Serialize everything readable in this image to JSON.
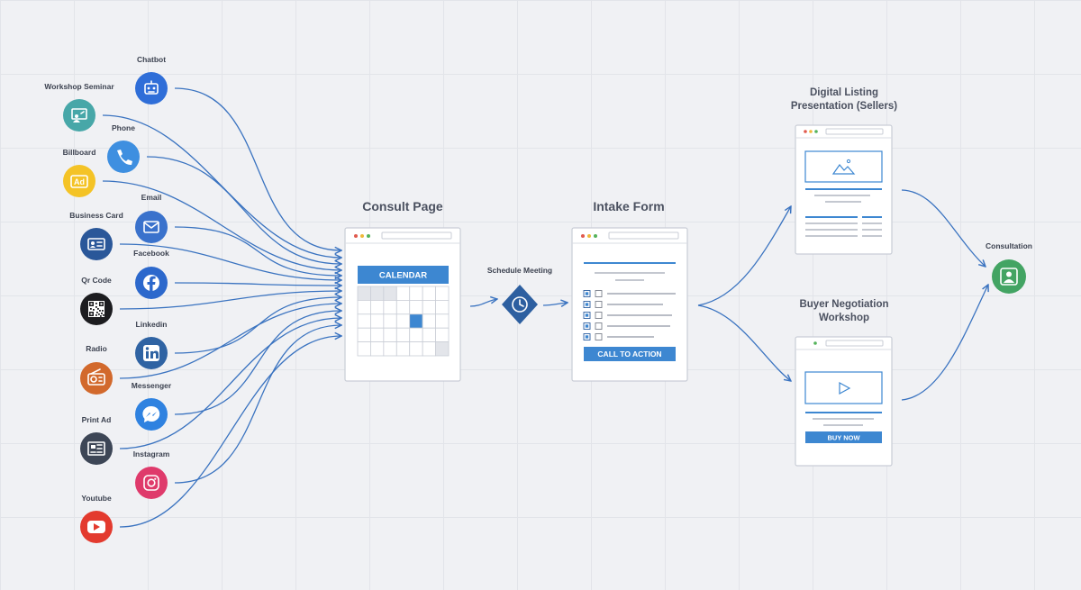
{
  "colors": {
    "flow": "#3a73c0",
    "accent": "#3d87d1",
    "dark_blue": "#2d5fa0",
    "page_border": "#c9cdd6",
    "text": "#3c4250",
    "title": "#4b5160",
    "consultation": "#43a463"
  },
  "sources": [
    {
      "label": "Chatbot",
      "icon": "robot-icon",
      "color": "#2f6ed8"
    },
    {
      "label": "Workshop Seminar",
      "icon": "presentation-icon",
      "color": "#47a7a8"
    },
    {
      "label": "Phone",
      "icon": "phone-icon",
      "color": "#3e8fe0"
    },
    {
      "label": "Billboard",
      "icon": "ad-icon",
      "color": "#f4c326",
      "icon_text": "Ad"
    },
    {
      "label": "Email",
      "icon": "mail-icon",
      "color": "#3a72cc"
    },
    {
      "label": "Business Card",
      "icon": "id-card-icon",
      "color": "#2a5799"
    },
    {
      "label": "Facebook",
      "icon": "facebook-icon",
      "color": "#2c68cc"
    },
    {
      "label": "Qr Code",
      "icon": "qr-code-icon",
      "color": "#1c1c1f"
    },
    {
      "label": "Linkedin",
      "icon": "linkedin-icon",
      "color": "#2f63a3"
    },
    {
      "label": "Radio",
      "icon": "radio-icon",
      "color": "#d2692c"
    },
    {
      "label": "Messenger",
      "icon": "messenger-icon",
      "color": "#2f82e0"
    },
    {
      "label": "Print Ad",
      "icon": "newspaper-icon",
      "color": "#3d4656"
    },
    {
      "label": "Instagram",
      "icon": "instagram-icon",
      "color": "#df3a6b"
    },
    {
      "label": "Youtube",
      "icon": "youtube-icon",
      "color": "#e33a2e"
    }
  ],
  "consult_page": {
    "title": "Consult Page",
    "header": "CALENDAR"
  },
  "schedule": {
    "label": "Schedule Meeting"
  },
  "intake_form": {
    "title": "Intake Form",
    "button": "CALL TO ACTION"
  },
  "listing": {
    "title_line1": "Digital Listing",
    "title_line2": "Presentation (Sellers)"
  },
  "workshop": {
    "title_line1": "Buyer Negotiation",
    "title_line2": "Workshop",
    "button": "BUY NOW"
  },
  "consultation": {
    "label": "Consultation"
  }
}
